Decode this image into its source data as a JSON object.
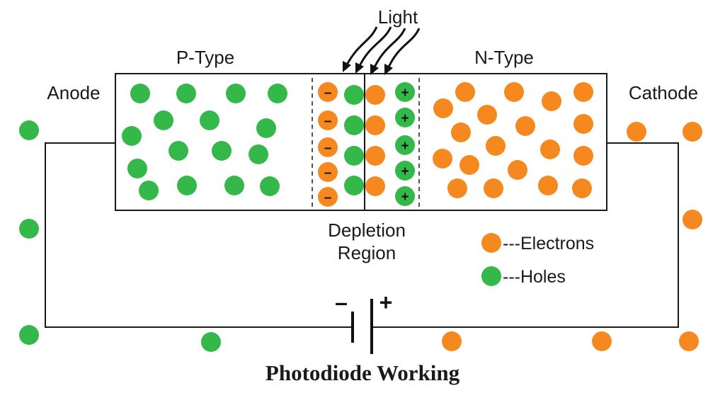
{
  "title": "Photodiode Working",
  "labels": {
    "light": "Light",
    "p_type": "P-Type",
    "n_type": "N-Type",
    "anode": "Anode",
    "cathode": "Cathode",
    "depletion_line1": "Depletion",
    "depletion_line2": "Region"
  },
  "legend": {
    "electrons": "---Electrons",
    "holes": "---Holes"
  },
  "battery": {
    "minus": "–",
    "plus": "+"
  },
  "depletion": {
    "negative_ion_sign": "–",
    "positive_ion_sign": "+",
    "ion_count": 5
  },
  "colors": {
    "electron": "#f5891f",
    "hole": "#35b84a",
    "wire": "#1a1a1a"
  }
}
